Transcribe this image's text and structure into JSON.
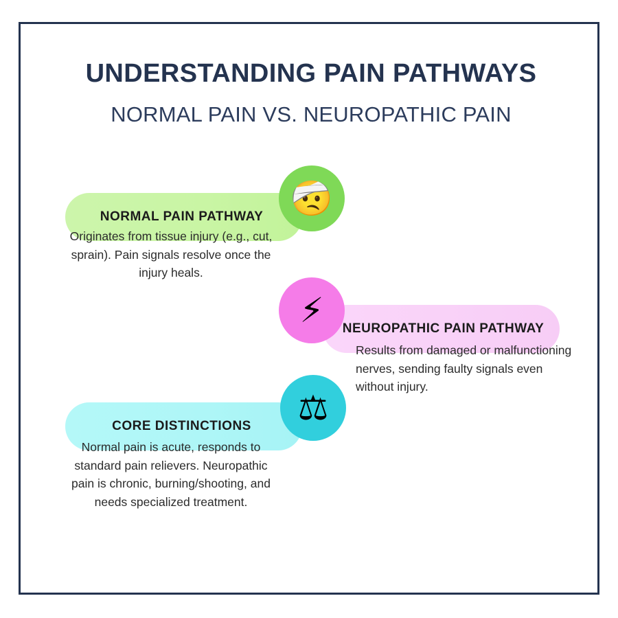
{
  "colors": {
    "page_background": "#ffffff",
    "frame_border": "#24334f",
    "title_text": "#24334f",
    "body_text": "#2b2b2b",
    "section1_pill": "#ccf5ab",
    "section1_circle": "#7fd957",
    "section2_pill": "#fad6fa",
    "section2_circle": "#f57ce8",
    "section3_pill": "#b4f8f8",
    "section3_circle": "#31cfdd"
  },
  "header": {
    "title": "UNDERSTANDING PAIN PATHWAYS",
    "subtitle": "NORMAL PAIN VS. NEUROPATHIC PAIN"
  },
  "sections": [
    {
      "id": "normal-pain-pathway",
      "label": "NORMAL PAIN PATHWAY",
      "icon_name": "face-with-head-bandage-emoji",
      "icon_glyph": "🤕",
      "body": "Originates from tissue injury (e.g., cut, sprain). Pain signals resolve once the injury heals.",
      "layout": "label-left-icon-right"
    },
    {
      "id": "neuropathic-pain-pathway",
      "label": "NEUROPATHIC PAIN PATHWAY",
      "icon_name": "high-voltage-lightning-bolt-emoji",
      "icon_glyph": "⚡",
      "body": "Results from damaged or malfunctioning nerves, sending faulty signals even without injury.",
      "layout": "icon-left-label-right"
    },
    {
      "id": "core-distinctions",
      "label": "CORE DISTINCTIONS",
      "icon_name": "balance-scale-emoji",
      "icon_glyph": "⚖",
      "body": "Normal pain is acute, responds to standard pain relievers. Neuropathic pain is chronic, burning/shooting, and needs specialized treatment.",
      "layout": "label-left-icon-right"
    }
  ]
}
